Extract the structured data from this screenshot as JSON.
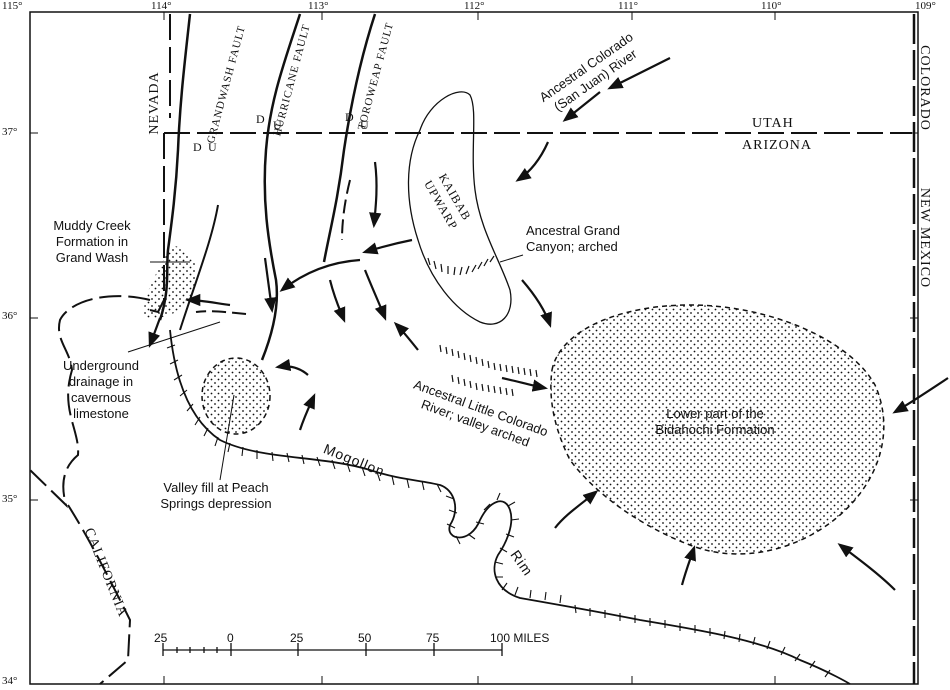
{
  "longitudes": [
    "115°",
    "114°",
    "113°",
    "112°",
    "111°",
    "110°",
    "109°"
  ],
  "latitudes": [
    "37°",
    "36°",
    "35°",
    "34°"
  ],
  "states": {
    "nevada": "NEVADA",
    "utah": "UTAH",
    "arizona": "ARIZONA",
    "colorado": "COLORADO",
    "new_mexico": "NEW MEXICO",
    "california": "CALIFORNIA"
  },
  "faults": {
    "grand_wash": "GRANDWASH FAULT",
    "hurricane": "HURRICANE FAULT",
    "toroweap": "TOROWEAP FAULT",
    "d": "D",
    "u": "U"
  },
  "labels": {
    "ancestral_colorado": [
      "Ancestral Colorado",
      "(San Juan) River"
    ],
    "kaibab": [
      "KAIBAB",
      "UPWARP"
    ],
    "grand_canyon": [
      "Ancestral Grand",
      "Canyon; arched"
    ],
    "muddy_creek": [
      "Muddy Creek",
      "Formation in",
      "Grand Wash"
    ],
    "underground": [
      "Underground",
      "drainage in",
      "cavernous",
      "limestone"
    ],
    "valley_fill": [
      "Valley fill at Peach",
      "Springs depression"
    ],
    "little_colorado": [
      "Ancestral Little Colorado",
      "River; valley arched"
    ],
    "bidahochi": [
      "Lower part of the",
      "Bidahochi Formation"
    ],
    "mogollon": "Mogollon",
    "rim": "Rim"
  },
  "scale": {
    "ticks": [
      "25",
      "0",
      "25",
      "50",
      "75",
      "100 MILES"
    ]
  }
}
